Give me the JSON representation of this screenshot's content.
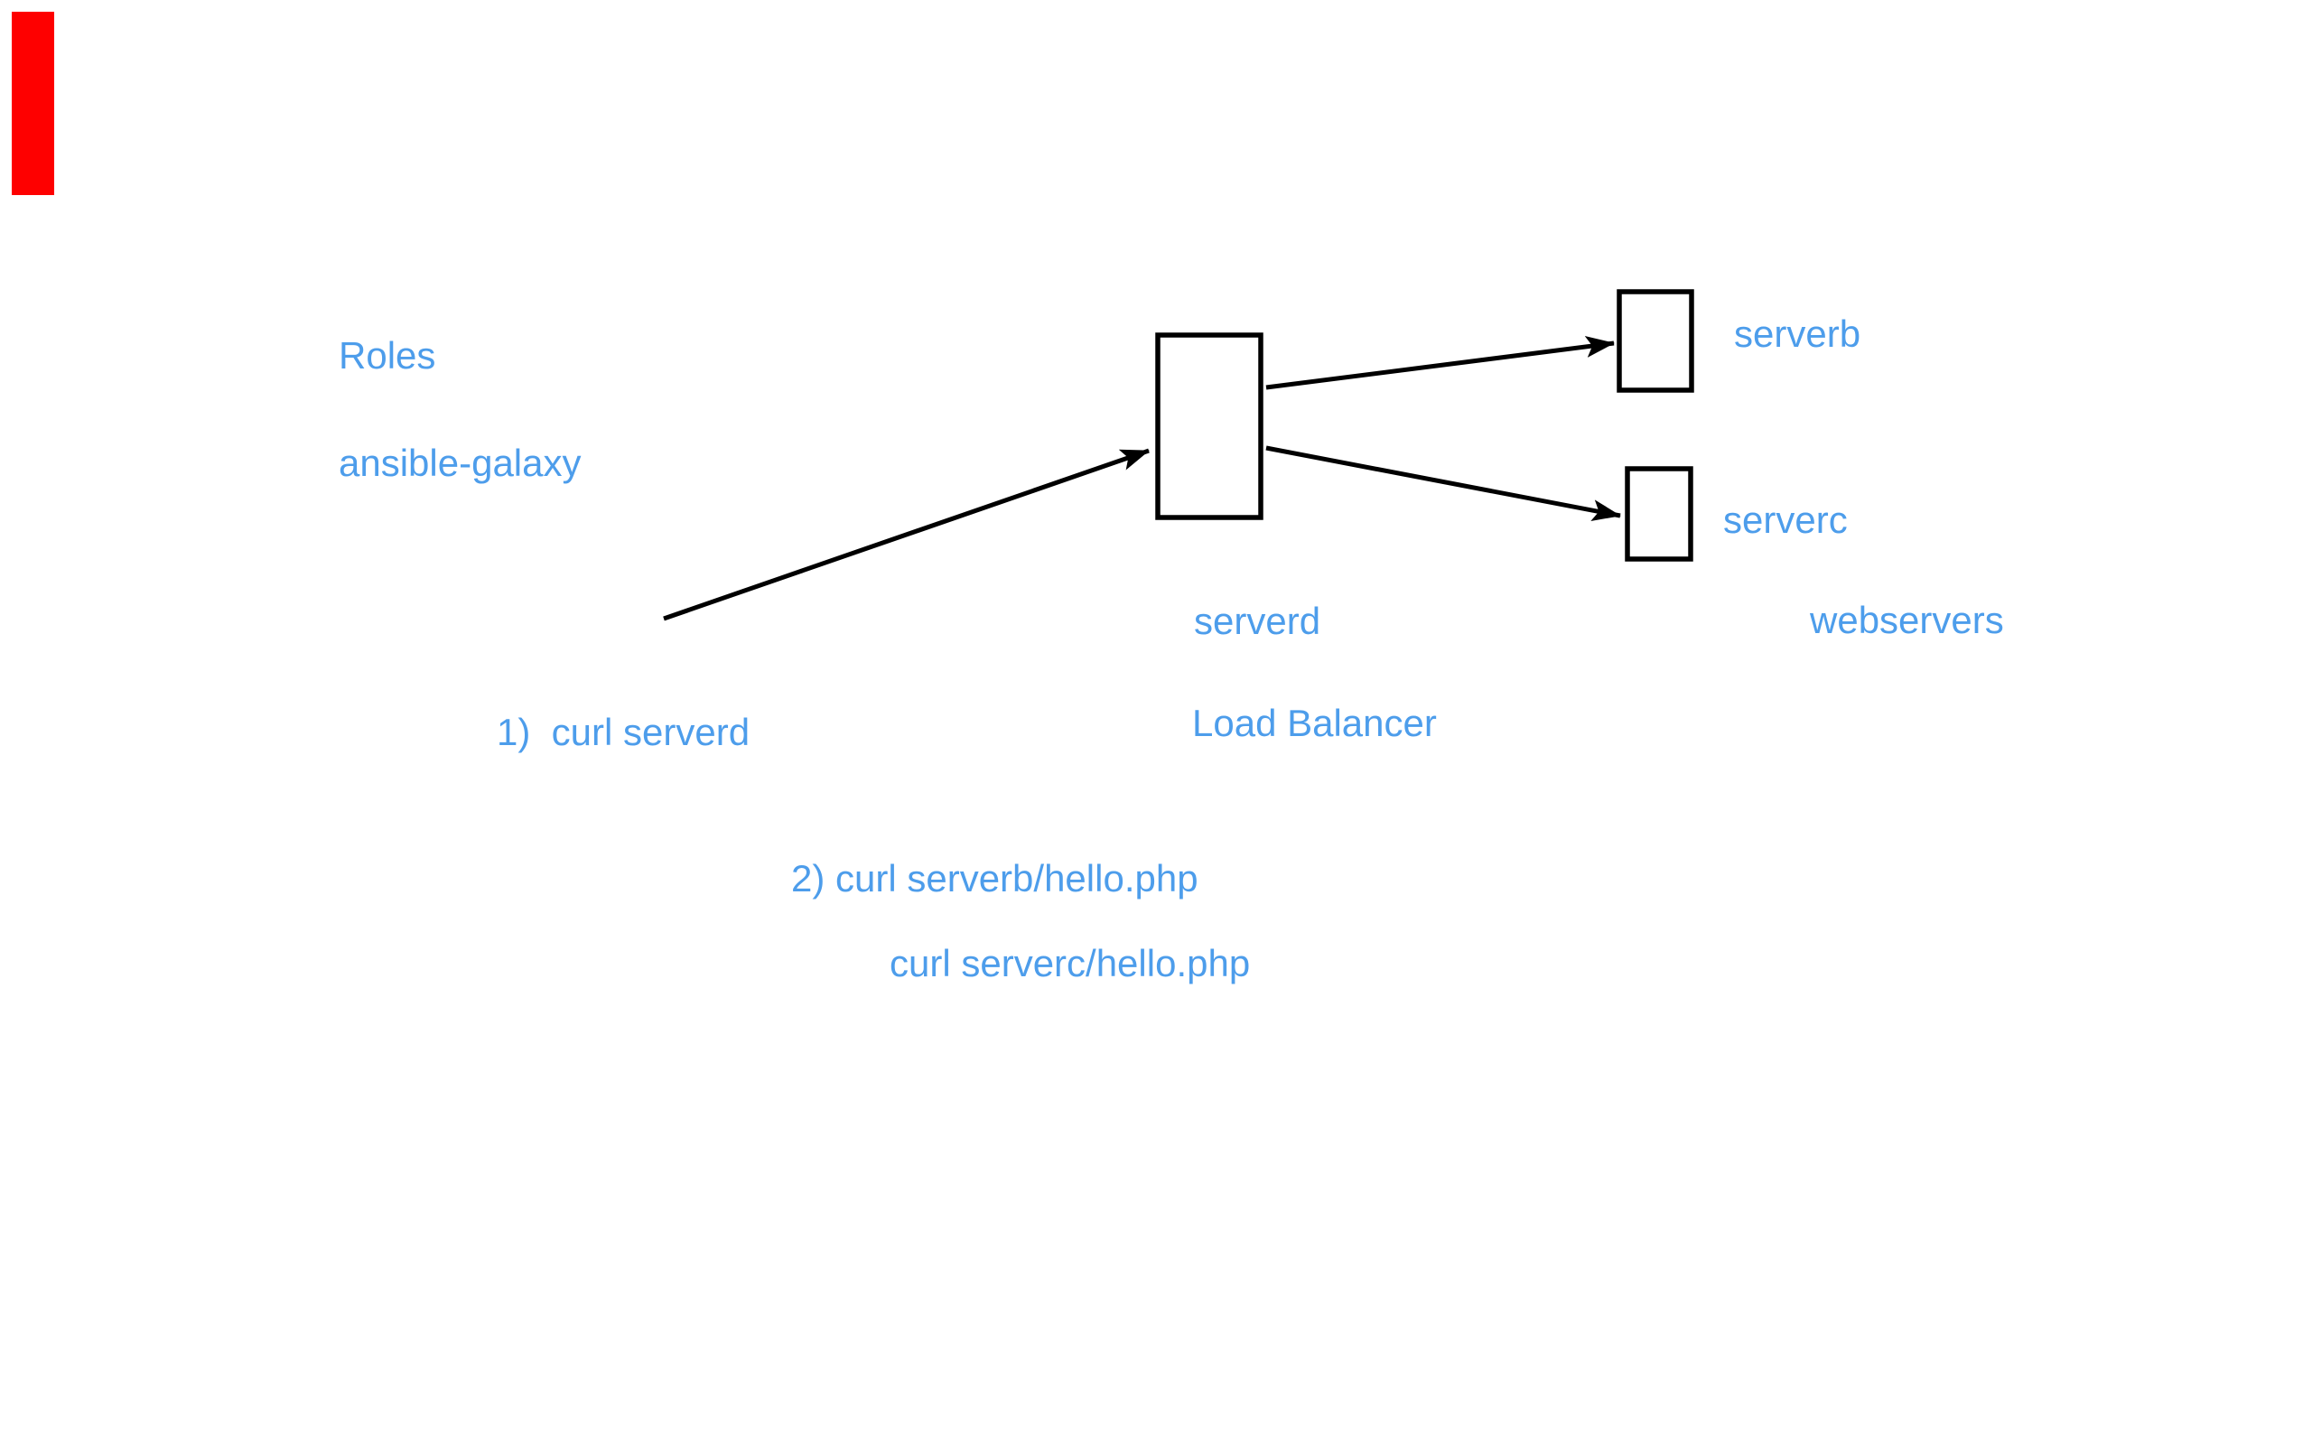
{
  "colors": {
    "text_blue": "#4d9deb",
    "stroke_black": "#000000",
    "marker_red": "#fe0000"
  },
  "labels": {
    "roles": "Roles",
    "ansible_galaxy": "ansible-galaxy",
    "step1": "1)  curl serverd",
    "step2a": "2) curl serverb/hello.php",
    "step2b": "curl serverc/hello.php",
    "serverd": "serverd",
    "load_balancer": "Load Balancer",
    "serverb": "serverb",
    "serverc": "serverc",
    "webservers": "webservers"
  },
  "diagram": {
    "nodes": [
      {
        "id": "serverd",
        "label": "serverd",
        "sublabel": "Load Balancer",
        "shape": "rect"
      },
      {
        "id": "serverb",
        "label": "serverb",
        "shape": "rect"
      },
      {
        "id": "serverc",
        "label": "serverc",
        "shape": "rect"
      }
    ],
    "edges": [
      {
        "from": "curl-client",
        "to": "serverd"
      },
      {
        "from": "serverd",
        "to": "serverb"
      },
      {
        "from": "serverd",
        "to": "serverc"
      }
    ],
    "group_label": "webservers"
  }
}
